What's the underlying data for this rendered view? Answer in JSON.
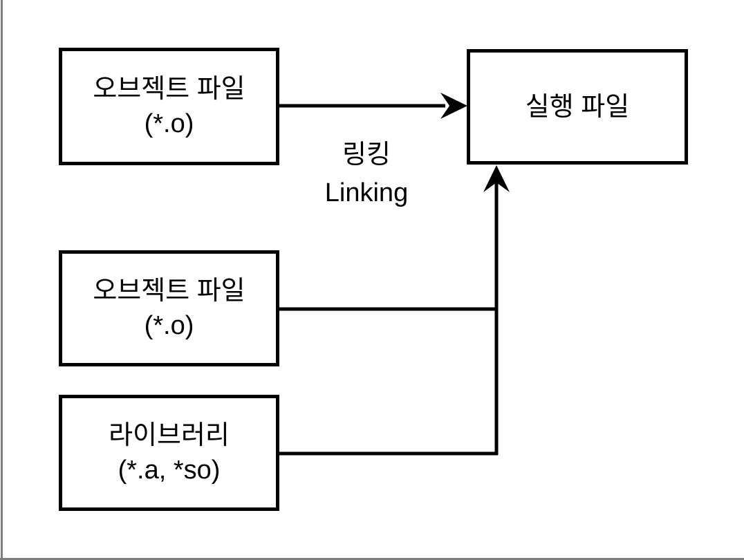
{
  "diagram": {
    "nodes": [
      {
        "id": "object-file-1",
        "line1": "오브젝트 파일",
        "line2": "(*.o)"
      },
      {
        "id": "object-file-2",
        "line1": "오브젝트 파일",
        "line2": "(*.o)"
      },
      {
        "id": "library",
        "line1": "라이브러리",
        "line2": "(*.a, *so)"
      },
      {
        "id": "executable",
        "line1": "실행 파일"
      }
    ],
    "edge_label": {
      "korean": "링킹",
      "english": "Linking"
    },
    "colors": {
      "stroke": "#000000",
      "node_fill": "#ffffff",
      "text": "#000000",
      "page_edge": "#7f7f7f",
      "background": "#ffffff"
    }
  }
}
